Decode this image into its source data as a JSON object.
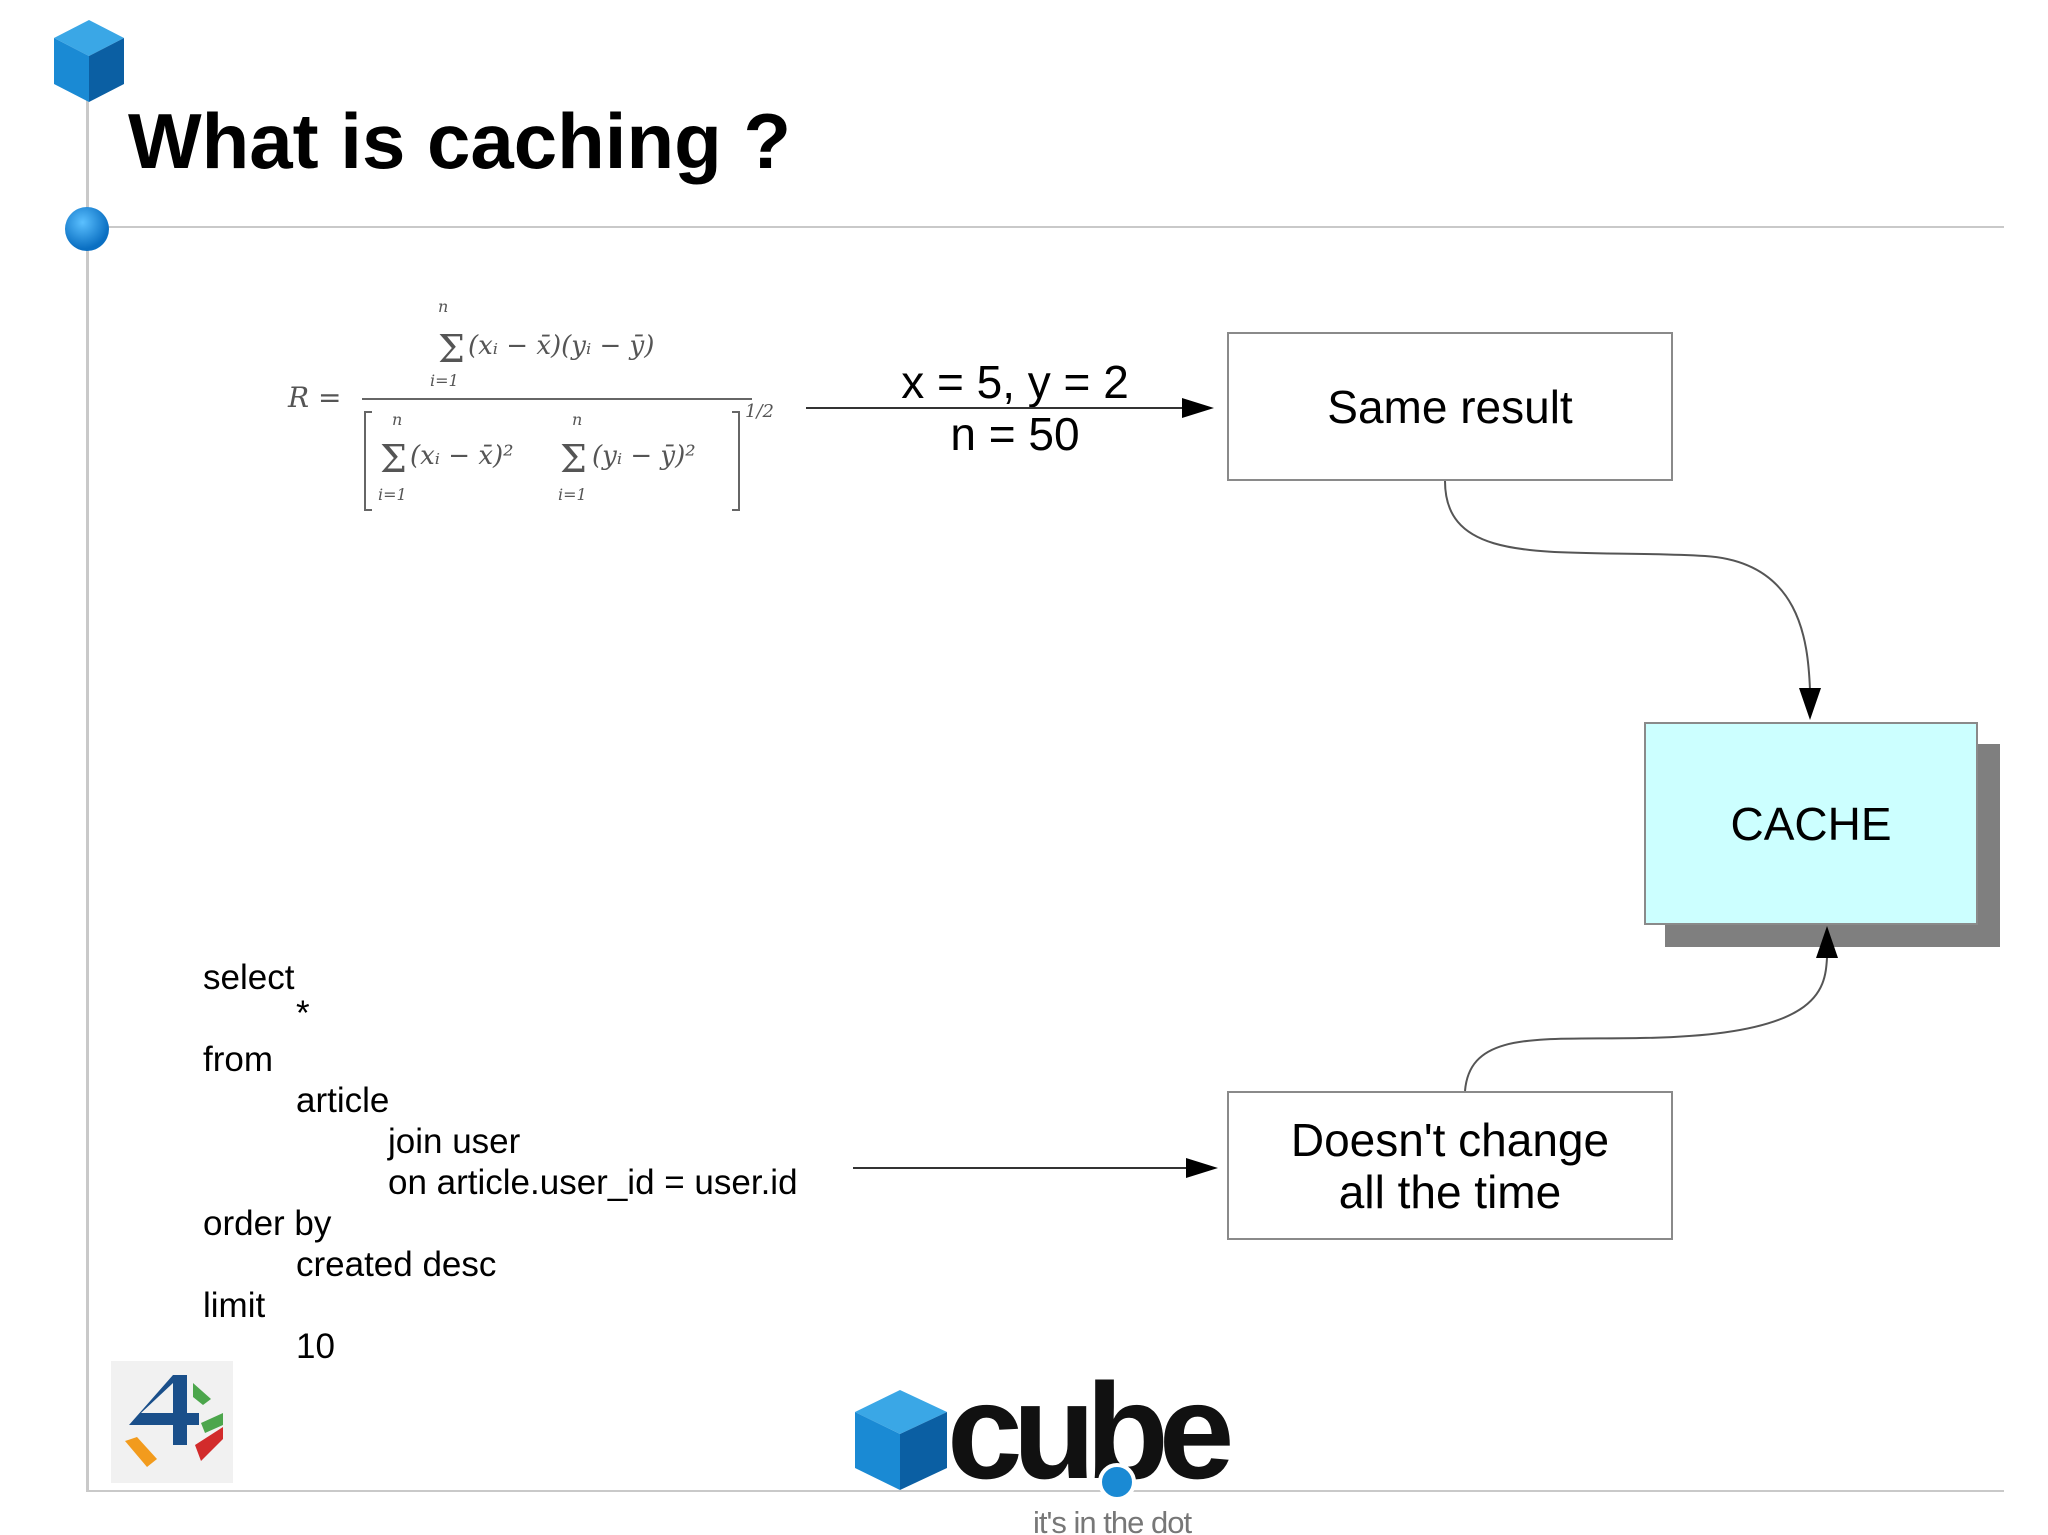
{
  "slide": {
    "title": "What is caching ?"
  },
  "formula": {
    "lhs": "R =",
    "numerator": "(xᵢ − x̄)(yᵢ − ȳ)",
    "denominator_left": "(xᵢ − x̄)²",
    "denominator_right": "(yᵢ − ȳ)²",
    "sum_upper": "n",
    "sum_lower": "i=1",
    "exponent": "1/2"
  },
  "params": {
    "line1": "x = 5, y = 2",
    "line2": "n = 50"
  },
  "boxes": {
    "same_result": "Same result",
    "cache": "CACHE",
    "doesnt_change_line1": "Doesn't change",
    "doesnt_change_line2": "all the time"
  },
  "sql": {
    "line1": "select",
    "line2": "*",
    "line3": "from",
    "line4": "article",
    "line5": "join user",
    "line6": "on article.user_id = user.id",
    "line7": "order by",
    "line8": "created desc",
    "line9": "limit",
    "line10": "10"
  },
  "branding": {
    "cube_wordmark": "cube",
    "tagline": "it's in the dot"
  },
  "colors": {
    "accent_blue": "#1a8ad4",
    "cache_fill": "#ccffff",
    "shadow": "#7f7f7f",
    "rule_gray": "#c9c9c9"
  }
}
